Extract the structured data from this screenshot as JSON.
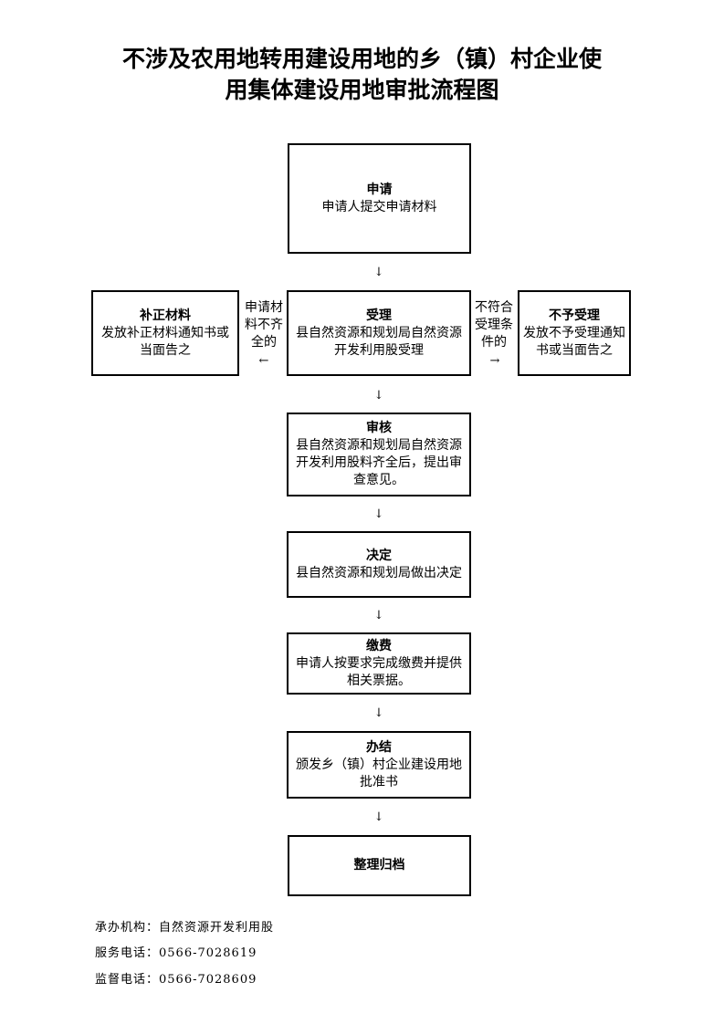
{
  "title": {
    "line1": "不涉及农用地转用建设用地的乡（镇）村企业使",
    "line2": "用集体建设用地审批流程图"
  },
  "steps": {
    "apply": {
      "head": "申请",
      "body": "申请人提交申请材料"
    },
    "accept": {
      "head": "受理",
      "body": "县自然资源和规划局自然资源开发利用股受理"
    },
    "supplement": {
      "head": "补正材料",
      "body": "发放补正材料通知书或当面告之"
    },
    "reject": {
      "head": "不予受理",
      "body": "发放不予受理通知书或当面告之"
    },
    "review": {
      "head": "审核",
      "body": "县自然资源和规划局自然资源开发利用股料齐全后，提出审查意见。"
    },
    "decide": {
      "head": "决定",
      "body": "县自然资源和规划局做出决定"
    },
    "pay": {
      "head": "缴费",
      "body": "申请人按要求完成缴费并提供相关票据。"
    },
    "complete": {
      "head": "办结",
      "body": "颁发乡（镇）村企业建设用地批准书"
    },
    "archive": {
      "head": "整理归档"
    }
  },
  "conditions": {
    "incomplete": "申请材料不齐全的",
    "not_qualified": "不符合受理条件的"
  },
  "footer": {
    "org": "承办机构：自然资源开发利用股",
    "phone": "服务电话：0566-7028619",
    "supervise": "监督电话：0566-7028609"
  }
}
